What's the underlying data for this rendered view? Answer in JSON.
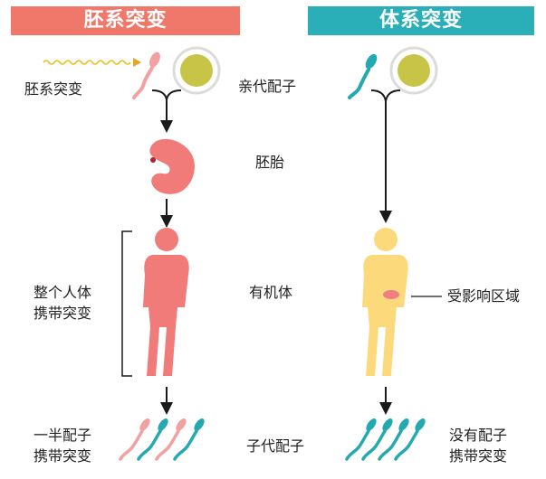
{
  "colors": {
    "germline_banner": "#f0786a",
    "somatic_banner": "#2aaeb8",
    "germline_figure": "#f07b79",
    "somatic_figure": "#fcd97a",
    "sperm_pink": "#f2a0a0",
    "sperm_teal": "#25a9b0",
    "egg_fill": "#c8c448",
    "affected_region": "#ef7f82"
  },
  "germline": {
    "title": "胚系突变",
    "mutation_label": "胚系突变",
    "whole_body_label": [
      "整个人体",
      "携带突变"
    ],
    "half_gametes_label": [
      "一半配子",
      "携带突变"
    ]
  },
  "somatic": {
    "title": "体系突变",
    "affected_region_label": "受影响区域",
    "no_gametes_label": [
      "没有配子",
      "携带突变"
    ]
  },
  "stages": {
    "parent_gametes": "亲代配子",
    "embryo": "胚胎",
    "organism": "有机体",
    "offspring_gametes": "子代配子"
  }
}
